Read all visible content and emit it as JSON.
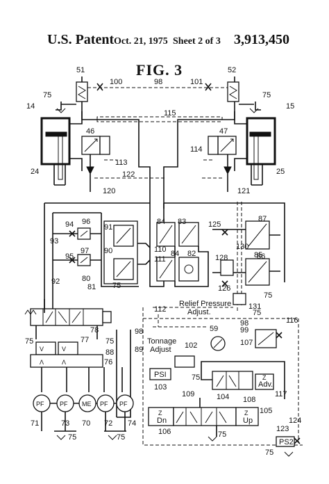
{
  "header": {
    "patent": "U.S. Patent",
    "date": "Oct. 21, 1975",
    "sheet": "Sheet 2 of 3",
    "number": "3,913,450"
  },
  "figure": {
    "title": "FIG. 3"
  },
  "labels": {
    "l51": "51",
    "l52": "52",
    "l100": "100",
    "l101": "101",
    "l98a": "98",
    "l75a": "75",
    "l75b": "75",
    "l14": "14",
    "l15": "15",
    "l115": "115",
    "l46": "46",
    "l47": "47",
    "l113": "113",
    "l114": "114",
    "l24": "24",
    "l25": "25",
    "l122": "122",
    "l120": "120",
    "l121": "121",
    "l94": "94",
    "l96": "96",
    "l93": "93",
    "l95": "95",
    "l97": "97",
    "l91": "91",
    "l84a": "84",
    "l83": "83",
    "l125": "125",
    "l87": "87",
    "l90": "90",
    "l110": "110",
    "l111": "111",
    "l84b": "84",
    "l82": "82",
    "l130": "130",
    "l85": "85",
    "l86": "86",
    "l128": "128",
    "l92": "92",
    "l80": "80",
    "l81": "81",
    "l75c": "75",
    "l126": "126",
    "l75d": "75",
    "l131": "131",
    "l112": "112",
    "l75e": "75",
    "relief": "Relief Pressure",
    "adjust": "Adjust.",
    "l77": "77",
    "l78": "78",
    "l75f": "75",
    "l75g": "75",
    "l98b": "98",
    "l59": "59",
    "l116": "116",
    "l99": "99",
    "l107": "107",
    "tonnage": "Tonnage",
    "tadjust": "Adjust",
    "l102": "102",
    "l76": "76",
    "l88": "88",
    "l89": "89",
    "psi": "PSI",
    "l103": "103",
    "l75h": "75",
    "l104": "104",
    "l108": "108",
    "adv": "Adv.",
    "l117": "117",
    "l109": "109",
    "l105": "105",
    "dn": "Dn",
    "up": "Up",
    "l106": "106",
    "l123": "123",
    "l124": "124",
    "ps2": "PS2",
    "l71": "71",
    "l73": "73",
    "l70": "70",
    "l72": "72",
    "l74": "74",
    "l75i": "75",
    "l75j": "75",
    "l75k": "75",
    "l75l": "75",
    "l75m": "75",
    "pf": "PF",
    "me": "ME",
    "z": "Z",
    "vee": "V",
    "caret": "Λ"
  }
}
